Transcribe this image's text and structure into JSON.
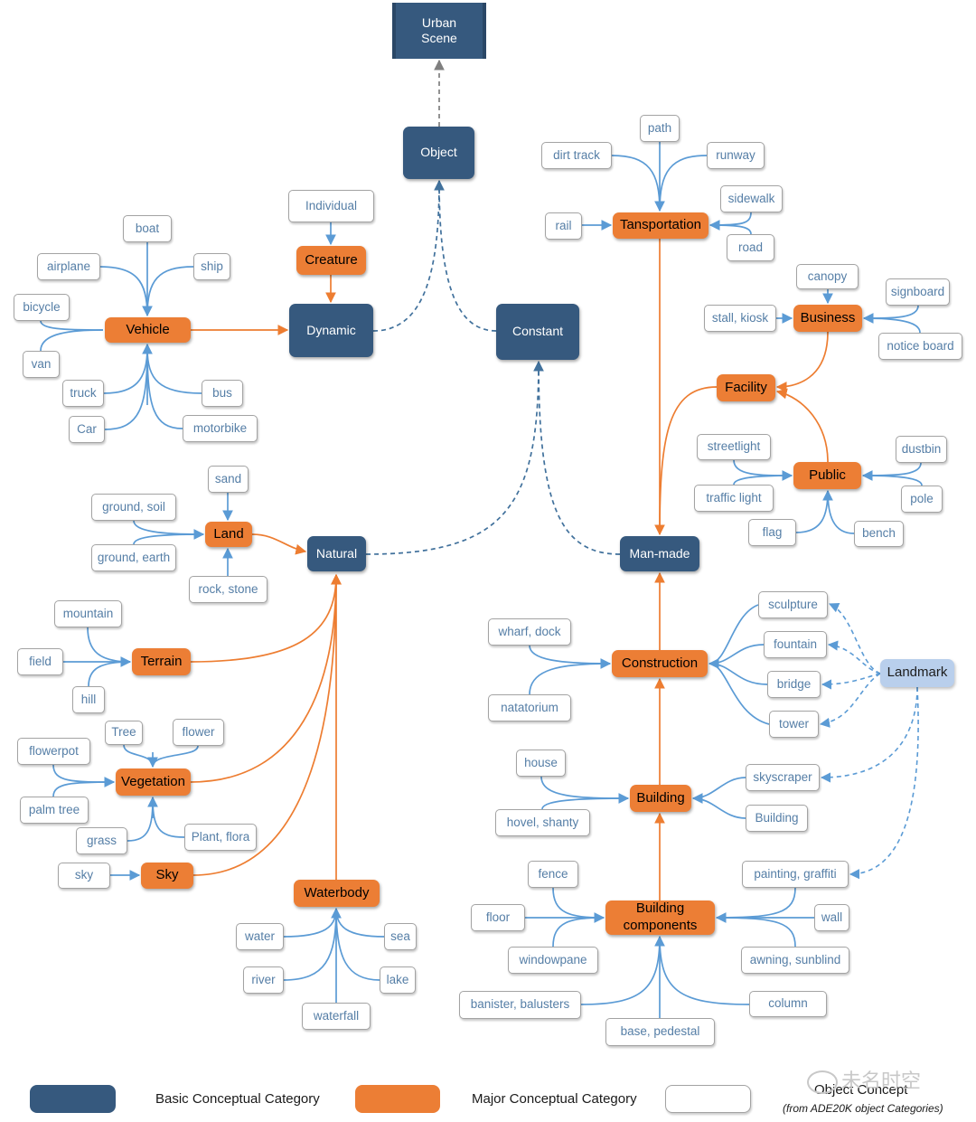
{
  "diagram": {
    "root": "Urban\nScene",
    "basic": {
      "object": "Object",
      "dynamic": "Dynamic",
      "constant": "Constant",
      "natural": "Natural",
      "manmade": "Man-made"
    },
    "major": {
      "creature": "Creature",
      "vehicle": "Vehicle",
      "land": "Land",
      "terrain": "Terrain",
      "vegetation": "Vegetation",
      "sky": "Sky",
      "waterbody": "Waterbody",
      "transportation": "Tansportation",
      "business": "Business",
      "facility": "Facility",
      "public": "Public",
      "construction": "Construction",
      "building": "Building",
      "building_components": "Building\ncomponents"
    },
    "landmark": "Landmark",
    "concepts": {
      "individual": "Individual",
      "boat": "boat",
      "airplane": "airplane",
      "ship": "ship",
      "bicycle": "bicycle",
      "van": "van",
      "truck": "truck",
      "bus": "bus",
      "car": "Car",
      "motorbike": "motorbike",
      "sand": "sand",
      "ground_soil": "ground, soil",
      "ground_earth": "ground, earth",
      "rock_stone": "rock, stone",
      "mountain": "mountain",
      "field": "field",
      "hill": "hill",
      "tree": "Tree",
      "flower": "flower",
      "flowerpot": "flowerpot",
      "palm_tree": "palm tree",
      "grass": "grass",
      "plant_flora": "Plant, flora",
      "sky": "sky",
      "water": "water",
      "sea": "sea",
      "river": "river",
      "lake": "lake",
      "waterfall": "waterfall",
      "path": "path",
      "dirt_track": "dirt track",
      "runway": "runway",
      "sidewalk": "sidewalk",
      "rail": "rail",
      "road": "road",
      "canopy": "canopy",
      "signboard": "signboard",
      "stall_kiosk": "stall, kiosk",
      "notice_board": "notice board",
      "streetlight": "streetlight",
      "dustbin": "dustbin",
      "traffic_light": "traffic light",
      "pole": "pole",
      "flag": "flag",
      "bench": "bench",
      "sculpture": "sculpture",
      "wharf_dock": "wharf, dock",
      "fountain": "fountain",
      "bridge": "bridge",
      "natatorium": "natatorium",
      "tower": "tower",
      "house": "house",
      "skyscraper": "skyscraper",
      "hovel_shanty": "hovel, shanty",
      "building_c": "Building",
      "fence": "fence",
      "painting_graffiti": "painting, graffiti",
      "floor": "floor",
      "wall": "wall",
      "windowpane": "windowpane",
      "awning_sunblind": "awning, sunblind",
      "banister_balusters": "banister,  balusters",
      "column": "column",
      "base_pedestal": "base, pedestal"
    }
  },
  "legend": {
    "basic_label": "Basic Conceptual Category",
    "major_label": "Major Conceptual Category",
    "concept_label": "Object Concept",
    "concept_note": "(from ADE20K object Categories)"
  },
  "watermark": "未名时空",
  "colors": {
    "basic": "#36597e",
    "major": "#ec7e35",
    "concept_text": "#557ea6",
    "blue_edge": "#5b9bd5",
    "orange_edge": "#ed7d31",
    "landmark": "#b9cfec"
  }
}
